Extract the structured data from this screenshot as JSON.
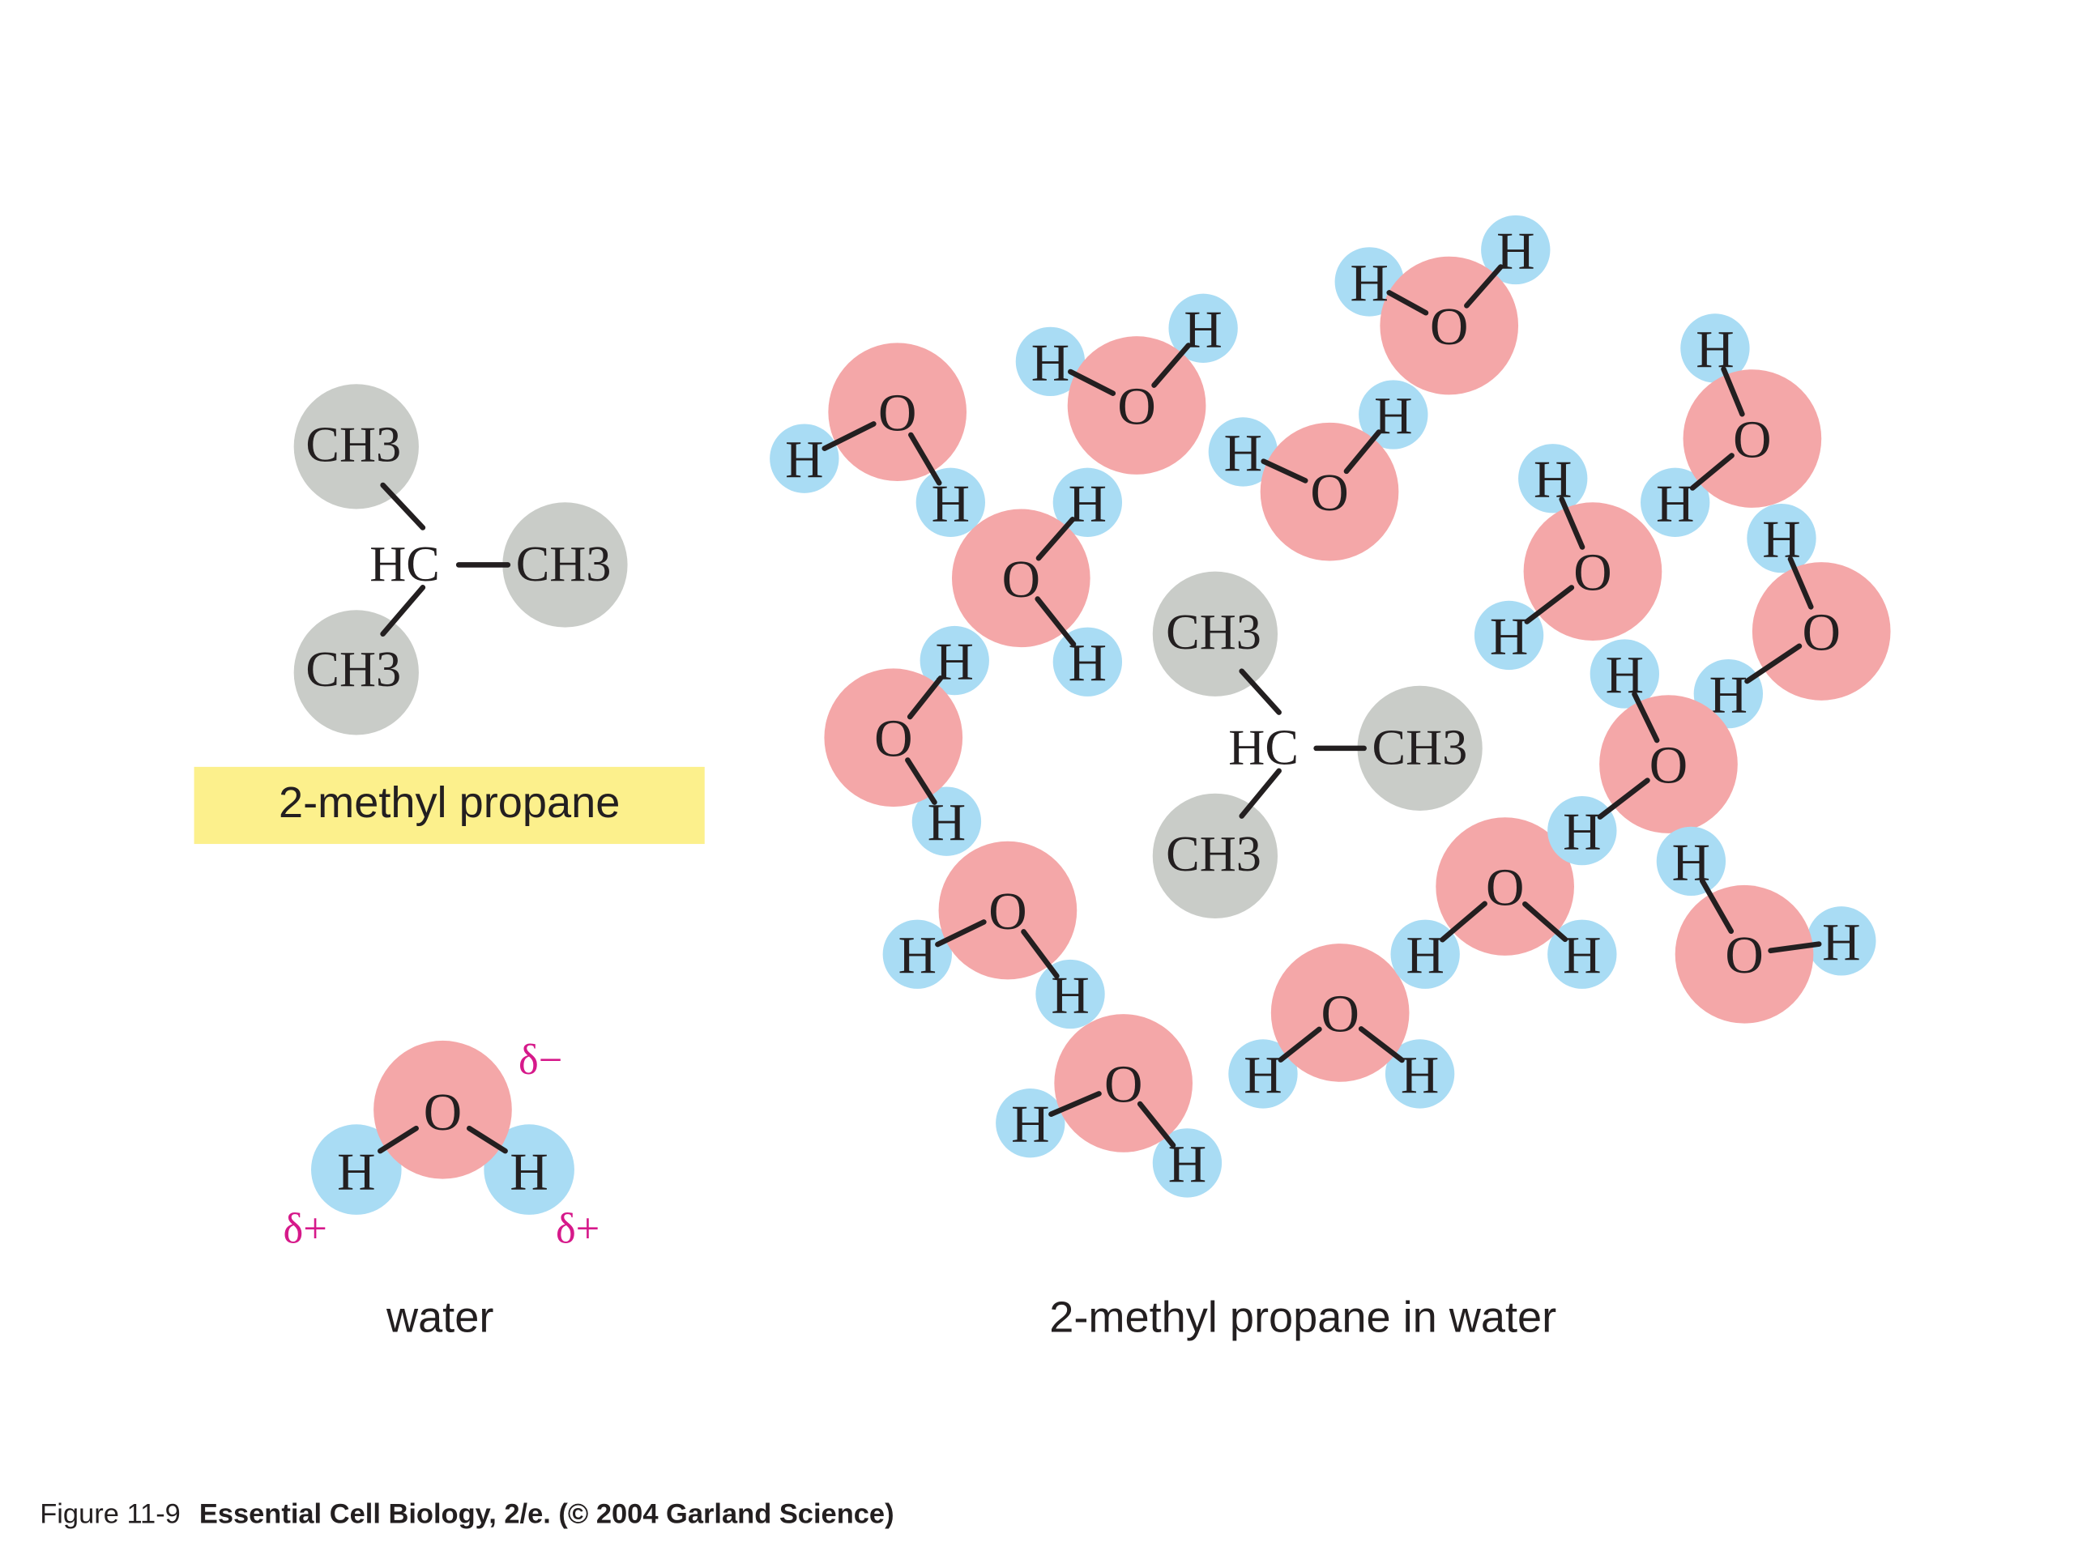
{
  "labels": {
    "molecule_name": "2-methyl propane",
    "water_label": "water",
    "solution_label": "2-methyl propane in water"
  },
  "footer": {
    "figure_number": "Figure 11-9",
    "source": "Essential Cell Biology, 2/e. (© 2004 Garland Science)"
  },
  "molecule_groups": {
    "methyl_top": "CH3",
    "center": "HC",
    "methyl_right": "CH3",
    "methyl_bottom": "CH3"
  },
  "water": {
    "oxygen": "O",
    "hydrogen": "H",
    "partial_negative": "δ−",
    "partial_positive": "δ+"
  },
  "colors": {
    "methyl_sphere": "#c9ccc8",
    "oxygen_sphere": "#f4a7a8",
    "hydrogen_sphere": "#a9dcf4",
    "label_highlight": "#fcf08c",
    "partial_charge": "#d6198a"
  }
}
